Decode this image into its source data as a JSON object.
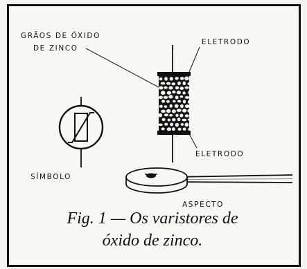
{
  "labels": {
    "grains_line1": "GRÃOS DE ÓXIDO",
    "grains_line2": "DE ZINCO",
    "electrode_top": "ELETRODO",
    "electrode_bottom": "ELETRODO",
    "symbol": "SÍMBOLO",
    "aspect": "ASPECTO"
  },
  "caption": {
    "line1": "Fig. 1 — Os varistores de",
    "line2": "óxido de zinco."
  }
}
